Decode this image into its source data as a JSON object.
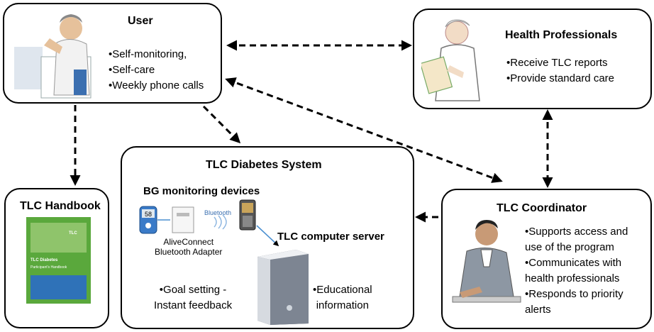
{
  "user": {
    "title": "User",
    "bullets": [
      "•Self-monitoring,",
      "•Self-care",
      "•Weekly phone calls"
    ]
  },
  "health_professionals": {
    "title": "Health Professionals",
    "bullets": [
      "•Receive TLC reports",
      "•Provide standard care"
    ]
  },
  "system": {
    "title": "TLC Diabetes System",
    "bg_title": "BG monitoring devices",
    "meter_reading": "58",
    "adapter_label_1": "AliveConnect",
    "adapter_label_2": "Bluetooth Adapter",
    "bluetooth_label": "Bluetooth",
    "server_label": "TLC computer server",
    "goal_line_1": "•Goal setting -",
    "goal_line_2": "Instant feedback",
    "edu_line_1": "•Educational",
    "edu_line_2": "information"
  },
  "handbook": {
    "title": "TLC Handbook",
    "cover_brand": "TLC",
    "cover_title": "TLC Diabetes",
    "cover_subtitle": "Participant's Handbook"
  },
  "coordinator": {
    "title": "TLC Coordinator",
    "bullets": [
      "•Supports access and",
      "use of the program",
      "•Communicates with",
      "health professionals",
      "•Responds to priority",
      "alerts"
    ]
  },
  "colors": {
    "border": "#000000",
    "handbook_green": "#5aa83c",
    "handbook_blue": "#2f72b8",
    "arrow_blue": "#4a8fd0"
  }
}
